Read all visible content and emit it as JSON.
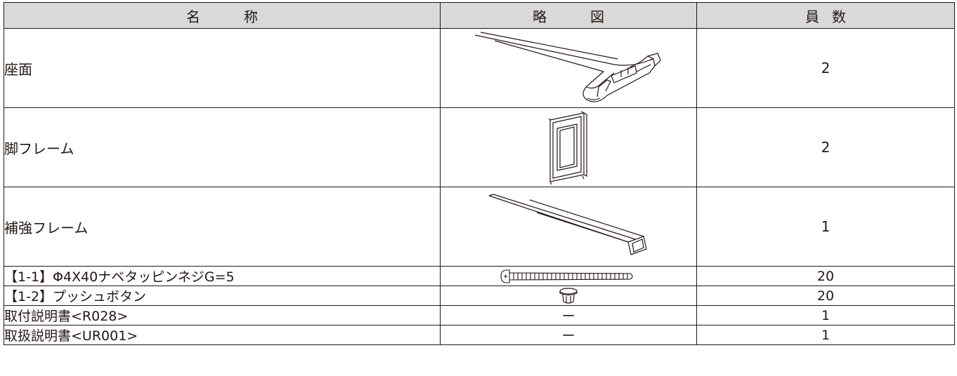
{
  "headers": {
    "name_a": "名",
    "name_b": "称",
    "fig_a": "略",
    "fig_b": "図",
    "qty_a": "員",
    "qty_b": "数"
  },
  "rows": [
    {
      "name": "座面",
      "qty": "2",
      "icon": "seat-panel-icon"
    },
    {
      "name": "脚フレーム",
      "qty": "2",
      "icon": "leg-frame-icon"
    },
    {
      "name": "補強フレーム",
      "qty": "1",
      "icon": "reinforcement-frame-icon"
    },
    {
      "name": "【1-1】Φ4X40ナベタッピンネジG=5",
      "qty": "20",
      "icon": "screw-icon"
    },
    {
      "name": "【1-2】プッシュボタン",
      "qty": "20",
      "icon": "push-button-icon"
    },
    {
      "name": "取付説明書<R028>",
      "qty": "1",
      "fig": "ー"
    },
    {
      "name": "取扱説明書<UR001>",
      "qty": "1",
      "fig": "ー"
    }
  ]
}
